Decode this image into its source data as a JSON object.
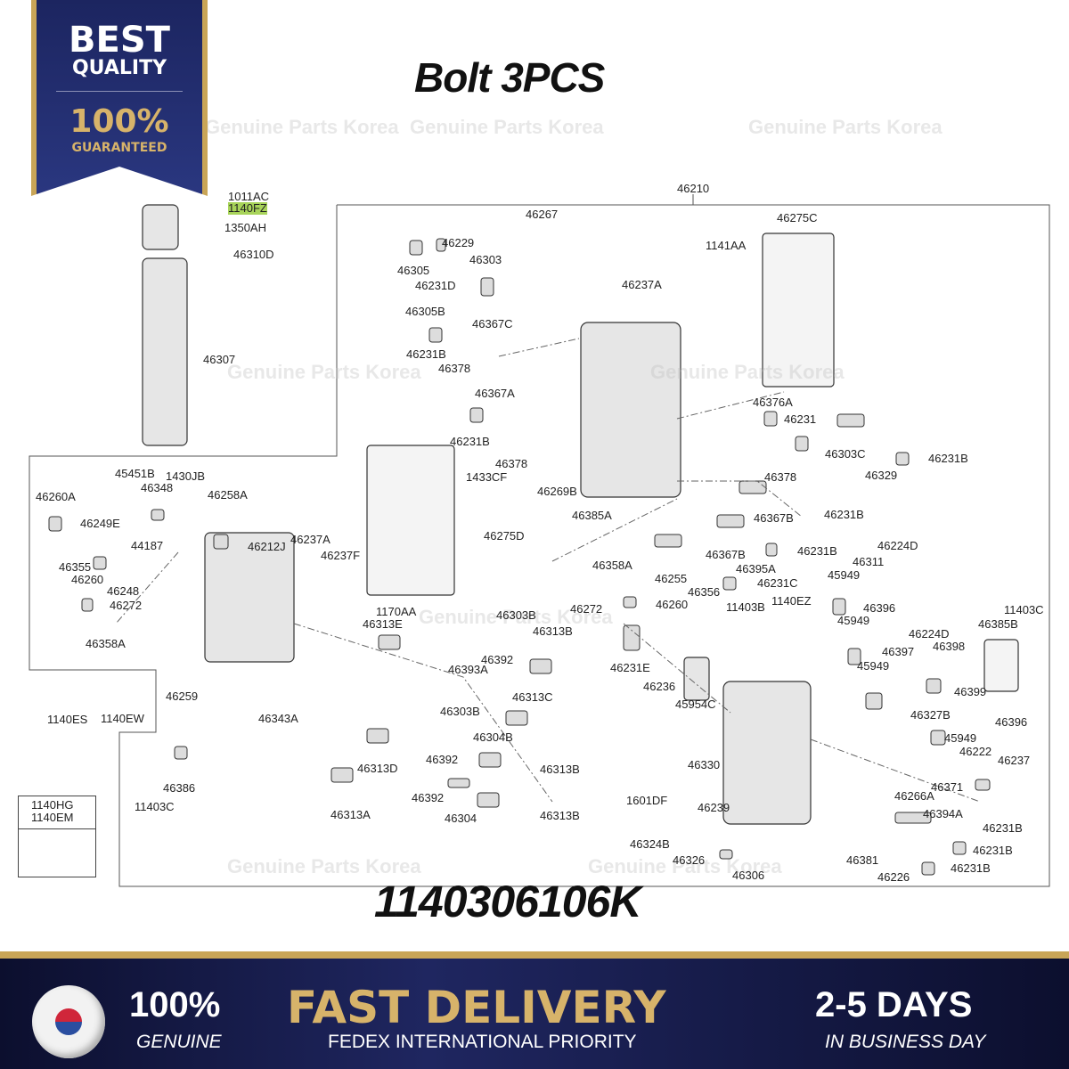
{
  "badge": {
    "line1": "BEST",
    "line2": "QUALITY",
    "line3": "100%",
    "line4": "GUARANTEED"
  },
  "title": "Bolt 3PCS",
  "part_number": "1140306106K",
  "watermark": "Genuine Parts Korea",
  "highlight_color": "#a8d45a",
  "labels": [
    "1011AC",
    "1140FZ",
    "1350AH",
    "46310D",
    "46307",
    "46210",
    "46267",
    "46229",
    "46303",
    "46305",
    "46231D",
    "46305B",
    "46237A",
    "46275C",
    "1141AA",
    "46367C",
    "46231B",
    "46378",
    "46367A",
    "46231B",
    "46378",
    "1433CF",
    "46269B",
    "46385A",
    "46275D",
    "46376A",
    "46231",
    "46303C",
    "46329",
    "46231B",
    "46378",
    "46367B",
    "46231B",
    "46367B",
    "46395A",
    "46231B",
    "46231C",
    "46358A",
    "46255",
    "46356",
    "46272",
    "46260",
    "46224D",
    "46311",
    "45949",
    "46396",
    "45949",
    "46224D",
    "46397",
    "46398",
    "46399",
    "45949",
    "46327B",
    "46396",
    "45949",
    "11403B",
    "1140EZ",
    "11403C",
    "46385B",
    "46231E",
    "46236",
    "45954C",
    "46330",
    "1601DF",
    "46239",
    "46324B",
    "46326",
    "46306",
    "46222",
    "46237",
    "46371",
    "46266A",
    "46394A",
    "46231B",
    "46381",
    "46231B",
    "46226",
    "46231B",
    "45451B",
    "1430JB",
    "46348",
    "46258A",
    "46260A",
    "46249E",
    "44187",
    "46355",
    "46260",
    "46248",
    "46272",
    "46358A",
    "46212J",
    "46237A",
    "46237F",
    "1170AA",
    "46313E",
    "46303B",
    "46313B",
    "46392",
    "46393A",
    "46313C",
    "46303B",
    "46304B",
    "46392",
    "46313D",
    "46313B",
    "46392",
    "46313B",
    "46304",
    "46313A",
    "46343A",
    "46259",
    "1140ES",
    "1140EW",
    "46386",
    "11403C",
    "1140HG",
    "1140EM"
  ],
  "banner": {
    "genuine_pct": "100%",
    "genuine": "GENUINE",
    "headline": "FAST DELIVERY",
    "sub": "FEDEX INTERNATIONAL PRIORITY",
    "days": "2-5 DAYS",
    "days_sub": "IN BUSINESS DAY"
  }
}
